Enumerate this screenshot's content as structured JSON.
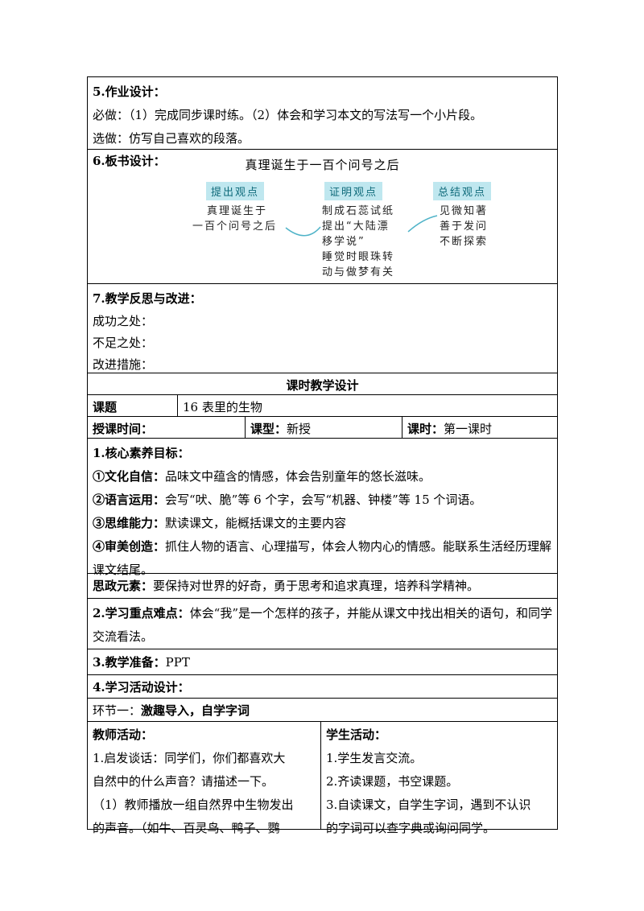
{
  "homework": {
    "heading": "5.作业设计：",
    "required": "必做：（1）完成同步课时练。（2）体会和学习本文的写法写一个小片段。",
    "optional": "选做：仿写自己喜欢的段落。"
  },
  "board": {
    "heading": "6.板书设计：",
    "title": "真理诞生于一百个问号之后",
    "sections": [
      {
        "tag": "提出观点",
        "lines": [
          "真理诞生于",
          "一百个问号之后"
        ]
      },
      {
        "tag": "证明观点",
        "lines": [
          "制成石蕊试纸",
          "提出“大陆漂",
          "移学说”",
          "睡觉时眼珠转",
          "动与做梦有关"
        ]
      },
      {
        "tag": "总结观点",
        "lines": [
          "见微知著",
          "善于发问",
          "不断探索"
        ]
      }
    ]
  },
  "reflection": {
    "heading": "7.教学反思与改进：",
    "items": [
      "成功之处：",
      "不足之处：",
      "改进措施："
    ]
  },
  "lesson": {
    "section_title": "课时教学设计",
    "topic_label": "课题",
    "topic_value": "16 表里的生物",
    "time_label": "授课时间：",
    "type_label": "课型：",
    "type_value": "新授",
    "period_label": "课时：",
    "period_value": "第一课时"
  },
  "goals": {
    "heading": "1.核心素养目标：",
    "items": [
      {
        "label": "①文化自信：",
        "text": "品味文中蕴含的情感，体会告别童年的悠长滋味。"
      },
      {
        "label": "②语言运用：",
        "text": "会写“吠、脆”等 6 个字，会写“机器、钟楼”等 15 个词语。"
      },
      {
        "label": "③思维能力：",
        "text": "默读课文，能概括课文的主要内容"
      },
      {
        "label": "④审美创造：",
        "text": "抓住人物的语言、心理描写，体会人物内心的情感。能联系生活经历理解课文结尾。"
      }
    ],
    "ideology_label": "思政元素：",
    "ideology_text": "要保持对世界的好奇，勇于思考和追求真理，培养科学精神。"
  },
  "key_points": {
    "label": "2.学习重点难点：",
    "text": "体会“我”是一个怎样的孩子，并能从课文中找出相关的语句，和同学交流看法。"
  },
  "preparation": {
    "label": "3.教学准备：",
    "value": "PPT"
  },
  "activities": {
    "heading": "4.学习活动设计：",
    "section_prefix": "环节一：",
    "section_name": "激趣导入，自学字词",
    "teacher_heading": "教师活动：",
    "teacher_lines": [
      "1.启发谈话：同学们，你们都喜欢大",
      "自然中的什么声音？请描述一下。",
      "（1）教师播放一组自然界中生物发出",
      "的声音。（如牛、百灵鸟、鸭子、鹦"
    ],
    "student_heading": "学生活动：",
    "student_lines": [
      "1.学生发言交流。",
      "2.齐读课题，书空课题。",
      "3.自读课文，自学生字词，遇到不认识",
      "的字词可以查字典或询问同学。"
    ]
  }
}
